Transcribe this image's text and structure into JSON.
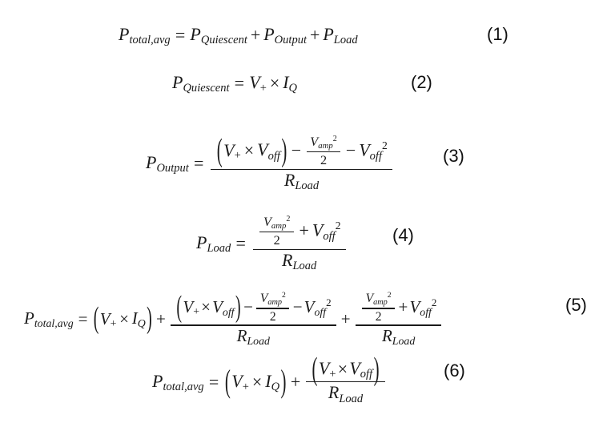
{
  "document": {
    "type": "equation-set",
    "background_color": "#ffffff",
    "text_color": "#1a1a1a",
    "equation_count": 6
  },
  "symbols": {
    "P": "P",
    "V": "V",
    "I": "I",
    "R": "R",
    "two": "2",
    "times": "×",
    "plus": "+",
    "minus": "−",
    "equals": "=",
    "paren_open": "(",
    "paren_close": ")"
  },
  "subscripts": {
    "total_avg": "total,avg",
    "quiescent": "Quiescent",
    "output": "Output",
    "load": "Load",
    "off": "off",
    "amp": "amp",
    "Q": "Q",
    "plus": "+"
  },
  "superscripts": {
    "square": "2"
  },
  "equations": [
    {
      "id": 1,
      "number_label": "(1)",
      "plain": "P_total,avg = P_Quiescent + P_Output + P_Load"
    },
    {
      "id": 2,
      "number_label": "(2)",
      "plain": "P_Quiescent = V_+ × I_Q"
    },
    {
      "id": 3,
      "number_label": "(3)",
      "plain": "P_Output = ((V_+ × V_off) − V_amp^2/2 − V_off^2) / R_Load"
    },
    {
      "id": 4,
      "number_label": "(4)",
      "plain": "P_Load = (V_amp^2/2 + V_off^2) / R_Load"
    },
    {
      "id": 5,
      "number_label": "(5)",
      "plain": "P_total,avg = (V_+ × I_Q) + ((V_+ × V_off) − V_amp^2/2 − V_off^2)/R_Load + (V_amp^2/2 + V_off^2)/R_Load"
    },
    {
      "id": 6,
      "number_label": "(6)",
      "plain": "P_total,avg = (V_+ × I_Q) + (V_+ × V_off)/R_Load"
    }
  ]
}
